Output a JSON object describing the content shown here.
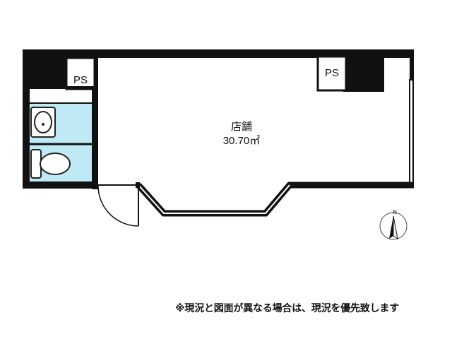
{
  "floor_plan": {
    "room_name": "店舗",
    "room_area": "30.70㎡",
    "ps_labels": [
      "PS",
      "PS"
    ],
    "compass_letter": "N",
    "fixtures": [
      "sink-icon",
      "toilet-icon",
      "door-swing-icon",
      "compass-icon"
    ],
    "colors": {
      "wall": "#111111",
      "wet_area": "#bfe9f4",
      "floor": "#ffffff"
    }
  },
  "disclaimer": "※現況と図面が異なる場合は、現況を優先致します"
}
